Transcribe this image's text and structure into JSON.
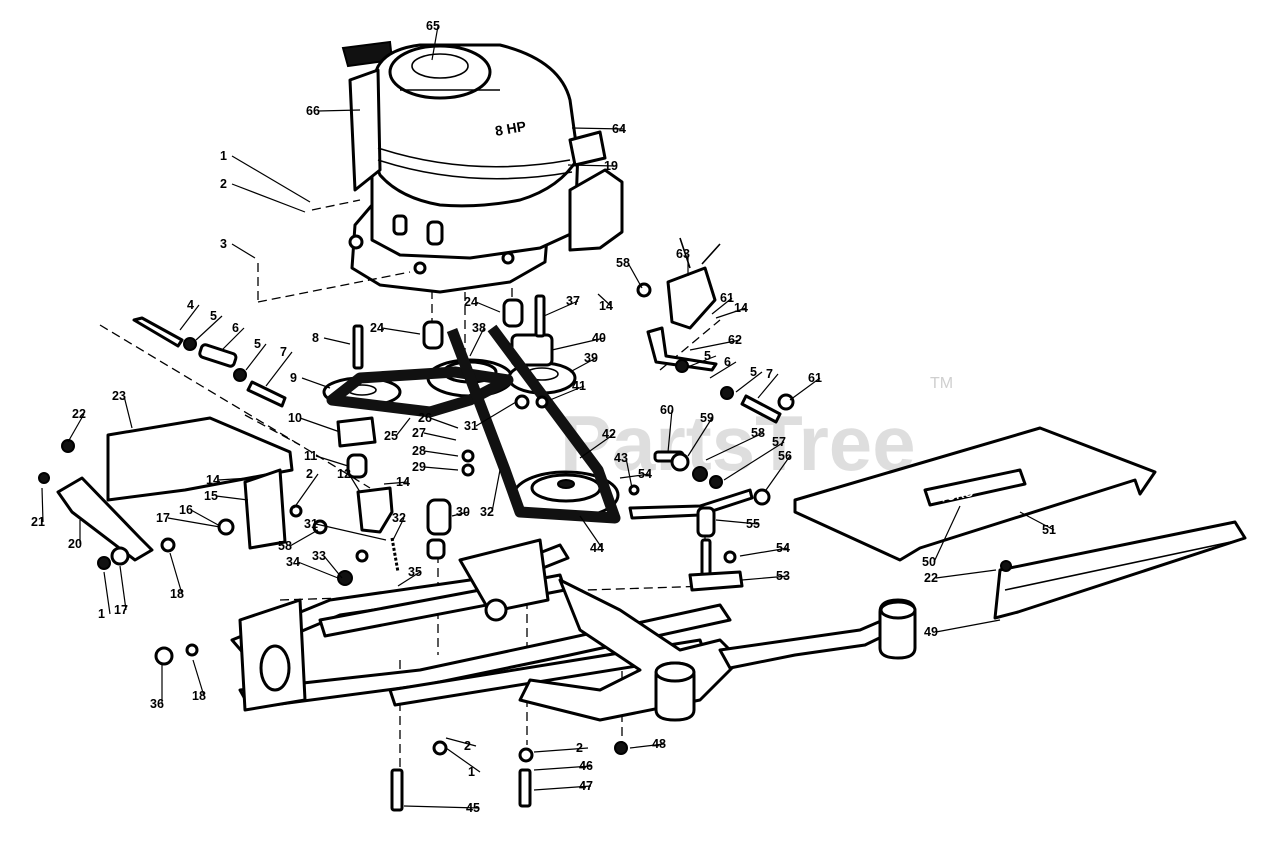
{
  "watermark": {
    "text": "PartsTree",
    "tm": "TM"
  },
  "decals": {
    "engine_hp": "8 HP",
    "brand": "TORO"
  },
  "callouts": [
    {
      "id": "c65",
      "label": "65"
    },
    {
      "id": "c66",
      "label": "66"
    },
    {
      "id": "c64",
      "label": "64"
    },
    {
      "id": "c19",
      "label": "19"
    },
    {
      "id": "c1a",
      "label": "1"
    },
    {
      "id": "c2a",
      "label": "2"
    },
    {
      "id": "c3",
      "label": "3"
    },
    {
      "id": "c4",
      "label": "4"
    },
    {
      "id": "c5a",
      "label": "5"
    },
    {
      "id": "c6a",
      "label": "6"
    },
    {
      "id": "c5b",
      "label": "5"
    },
    {
      "id": "c7a",
      "label": "7"
    },
    {
      "id": "c8",
      "label": "8"
    },
    {
      "id": "c9",
      "label": "9"
    },
    {
      "id": "c10",
      "label": "10"
    },
    {
      "id": "c11",
      "label": "11"
    },
    {
      "id": "c12",
      "label": "12"
    },
    {
      "id": "c14a",
      "label": "14"
    },
    {
      "id": "c14b",
      "label": "14"
    },
    {
      "id": "c15",
      "label": "15"
    },
    {
      "id": "c16",
      "label": "16"
    },
    {
      "id": "c17a",
      "label": "17"
    },
    {
      "id": "c17b",
      "label": "17"
    },
    {
      "id": "c18a",
      "label": "18"
    },
    {
      "id": "c18b",
      "label": "18"
    },
    {
      "id": "c1b",
      "label": "1"
    },
    {
      "id": "c20",
      "label": "20"
    },
    {
      "id": "c21",
      "label": "21"
    },
    {
      "id": "c22a",
      "label": "22"
    },
    {
      "id": "c23",
      "label": "23"
    },
    {
      "id": "c2b",
      "label": "2"
    },
    {
      "id": "c58a",
      "label": "58"
    },
    {
      "id": "c24a",
      "label": "24"
    },
    {
      "id": "c24b",
      "label": "24"
    },
    {
      "id": "c25",
      "label": "25"
    },
    {
      "id": "c26",
      "label": "26"
    },
    {
      "id": "c27",
      "label": "27"
    },
    {
      "id": "c28",
      "label": "28"
    },
    {
      "id": "c29",
      "label": "29"
    },
    {
      "id": "c30",
      "label": "30"
    },
    {
      "id": "c31a",
      "label": "31"
    },
    {
      "id": "c31b",
      "label": "31"
    },
    {
      "id": "c32a",
      "label": "32"
    },
    {
      "id": "c32b",
      "label": "32"
    },
    {
      "id": "c33",
      "label": "33"
    },
    {
      "id": "c34",
      "label": "34"
    },
    {
      "id": "c35",
      "label": "35"
    },
    {
      "id": "c36",
      "label": "36"
    },
    {
      "id": "c37",
      "label": "37"
    },
    {
      "id": "c38",
      "label": "38"
    },
    {
      "id": "c39",
      "label": "39"
    },
    {
      "id": "c40",
      "label": "40"
    },
    {
      "id": "c41",
      "label": "41"
    },
    {
      "id": "c42",
      "label": "42"
    },
    {
      "id": "c43",
      "label": "43"
    },
    {
      "id": "c44",
      "label": "44"
    },
    {
      "id": "c45",
      "label": "45"
    },
    {
      "id": "c46",
      "label": "46"
    },
    {
      "id": "c47",
      "label": "47"
    },
    {
      "id": "c48",
      "label": "48"
    },
    {
      "id": "c49",
      "label": "49"
    },
    {
      "id": "c50",
      "label": "50"
    },
    {
      "id": "c51",
      "label": "51"
    },
    {
      "id": "c22b",
      "label": "22"
    },
    {
      "id": "c53",
      "label": "53"
    },
    {
      "id": "c54a",
      "label": "54"
    },
    {
      "id": "c54b",
      "label": "54"
    },
    {
      "id": "c55",
      "label": "55"
    },
    {
      "id": "c56",
      "label": "56"
    },
    {
      "id": "c57",
      "label": "57"
    },
    {
      "id": "c58b",
      "label": "58"
    },
    {
      "id": "c59",
      "label": "59"
    },
    {
      "id": "c60",
      "label": "60"
    },
    {
      "id": "c58c",
      "label": "58"
    },
    {
      "id": "c63",
      "label": "63"
    },
    {
      "id": "c14c",
      "label": "14"
    },
    {
      "id": "c61a",
      "label": "61"
    },
    {
      "id": "c14d",
      "label": "14"
    },
    {
      "id": "c62",
      "label": "62"
    },
    {
      "id": "c5c",
      "label": "5"
    },
    {
      "id": "c6b",
      "label": "6"
    },
    {
      "id": "c5d",
      "label": "5"
    },
    {
      "id": "c7b",
      "label": "7"
    },
    {
      "id": "c61b",
      "label": "61"
    },
    {
      "id": "c1c",
      "label": "1"
    },
    {
      "id": "c2c",
      "label": "2"
    },
    {
      "id": "c2d",
      "label": "2"
    }
  ]
}
